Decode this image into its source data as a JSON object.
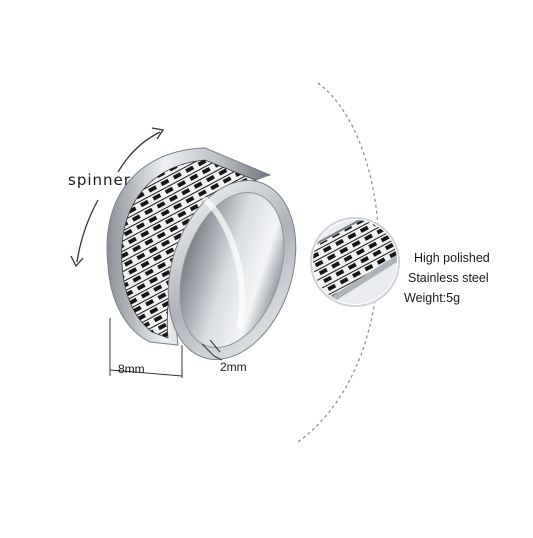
{
  "labels": {
    "spinner": "spinner",
    "width": "8mm",
    "thickness": "2mm"
  },
  "specs": [
    "High polished",
    "Stainless steel",
    "Weight:5g"
  ],
  "colors": {
    "steel_light": "#eef0f2",
    "steel_mid": "#b9bec4",
    "steel_dark": "#6e747b",
    "key_black": "#161616",
    "key_white": "#f4f4f4"
  },
  "icons": [
    "rotate-arrow-up-icon",
    "rotate-arrow-down-icon"
  ]
}
